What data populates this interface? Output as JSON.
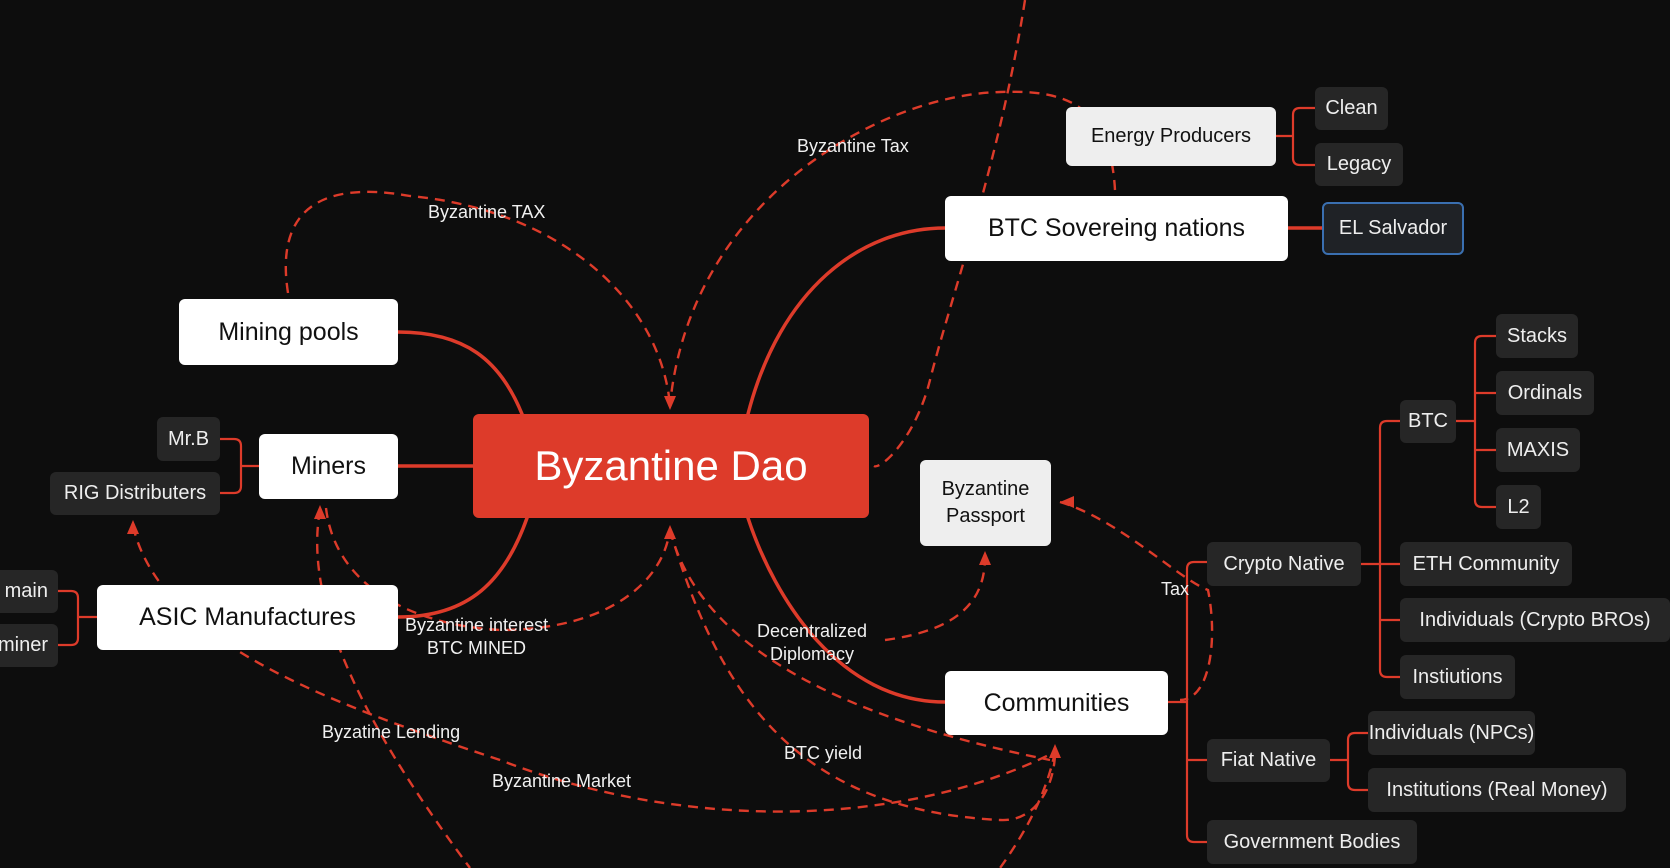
{
  "nodes": {
    "root": "Byzantine Dao",
    "mining_pools": "Mining pools",
    "miners": "Miners",
    "asic": "ASIC Manufactures",
    "sovereign": "BTC Sovereing nations",
    "energy": "Energy Producers",
    "clean": "Clean",
    "legacy": "Legacy",
    "el_salvador": "EL Salvador",
    "passport_line1": "Byzantine",
    "passport_line2": "Passport",
    "communities": "Communities",
    "mr_b": "Mr.B",
    "rig": "RIG Distributers",
    "partial_main": "main",
    "partial_miner": "miner",
    "crypto_native": "Crypto Native",
    "btc": "BTC",
    "stacks": "Stacks",
    "ordinals": "Ordinals",
    "maxis": "MAXIS",
    "l2": "L2",
    "eth": "ETH Community",
    "indiv_crypto": "Individuals (Crypto BROs)",
    "institutions_crypto": "Instiutions",
    "fiat_native": "Fiat Native",
    "indiv_npc": "Individuals (NPCs)",
    "inst_real": "Institutions (Real Money)",
    "gov": "Government Bodies"
  },
  "labels": {
    "byz_tax_upper": "Byzantine Tax",
    "byz_tax_caps": "Byzantine TAX",
    "interest_line1": "Byzantine interest",
    "interest_line2": "BTC MINED",
    "diplomacy_line1": "Decentralized",
    "diplomacy_line2": "Diplomacy",
    "tax": "Tax",
    "lending": "Byzatine Lending",
    "market": "Byzantine Market",
    "yield": "BTC yield"
  },
  "colors": {
    "background": "#0d0d0d",
    "accent": "#dd3b2a",
    "selected_border": "#3a6fb0"
  }
}
